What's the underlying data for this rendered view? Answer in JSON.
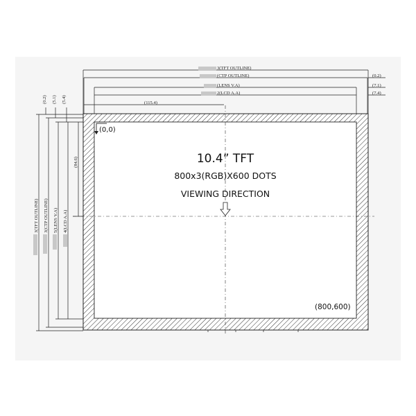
{
  "colors": {
    "background": "#f5f5f5",
    "line": "#222222",
    "hatch": "#333333"
  },
  "title": "10.4” TFT",
  "subtitle": "800x3(RGB)X600 DOTS",
  "viewing_direction": "VIEWING DIRECTION",
  "origin_label": "(0,0)",
  "corner_label": "(800,600)",
  "top_dims": {
    "tft_outline": "3(TFT OUTLINE)",
    "ctp_outline": "(CTP OUTLINE)",
    "lens_va": "(LENS V.A)",
    "lcd_aa": "2(LCD A.A)",
    "offset_115": "(115.4)"
  },
  "right_dims": {
    "d1": "(0.2)",
    "d2": "(7.1)",
    "d3": "(7.4)"
  },
  "left_dims": {
    "d1": "(0.2)",
    "d2": "(5.1)",
    "d3": "(5.4)",
    "offset_84": "(84.6)",
    "tft_outline": "3(TFT OUTLINE)",
    "ctp_outline": "3(CTP OUTLINE)",
    "lens_va": "5(LENS V.A)",
    "lcd_aa": "4(LCD A.A)"
  },
  "icons": {
    "viewing_arrow": "down-arrow-icon"
  }
}
